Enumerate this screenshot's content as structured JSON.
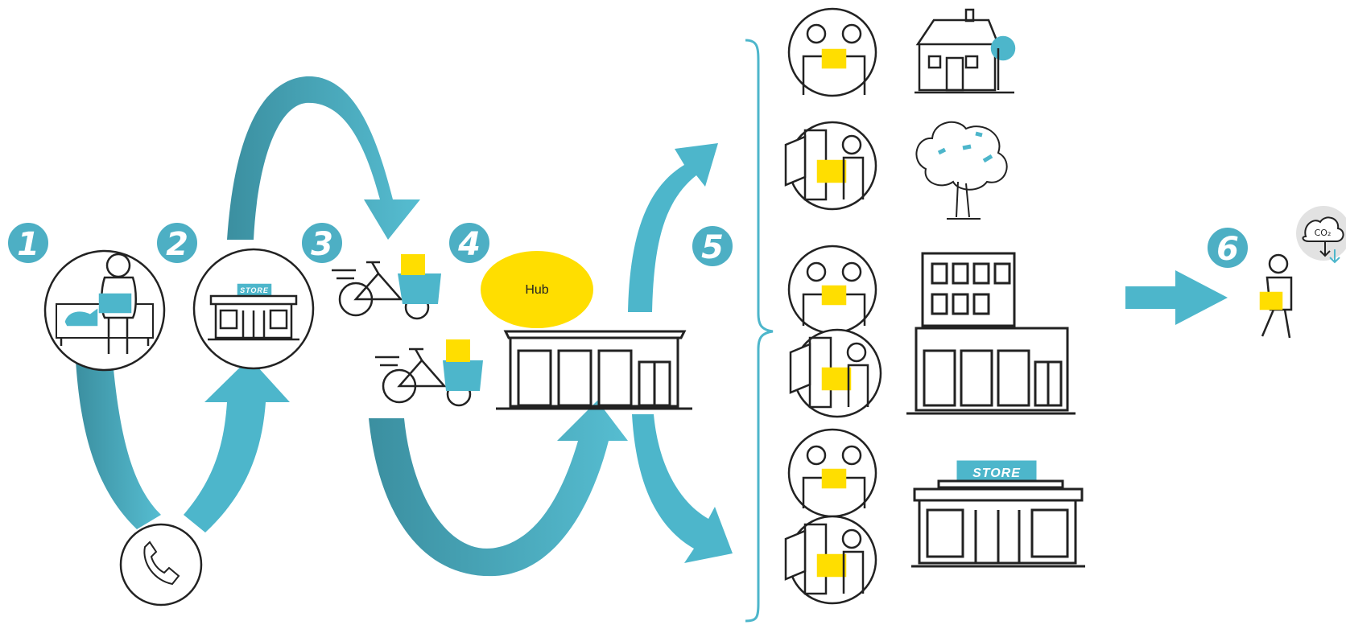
{
  "steps": [
    {
      "number": "1"
    },
    {
      "number": "2"
    },
    {
      "number": "3"
    },
    {
      "number": "4"
    },
    {
      "number": "5"
    },
    {
      "number": "6"
    }
  ],
  "hub": {
    "label": "Hub"
  },
  "store_sign": {
    "label": "STORE"
  },
  "co2": {
    "label": "CO₂"
  },
  "colors": {
    "teal": "#4DB6CB",
    "teal_dark": "#3B8FA0",
    "yellow": "#FFDE00",
    "line": "#222222",
    "badge": "#4DAFC4"
  },
  "icons": [
    "person-laptop-icon",
    "store-icon",
    "phone-icon",
    "cargo-bike-icon",
    "hub-building-icon",
    "handover-icon",
    "locker-icon",
    "house-icon",
    "tree-icon",
    "office-building-icon",
    "walking-person-icon",
    "co2-reduction-icon"
  ]
}
